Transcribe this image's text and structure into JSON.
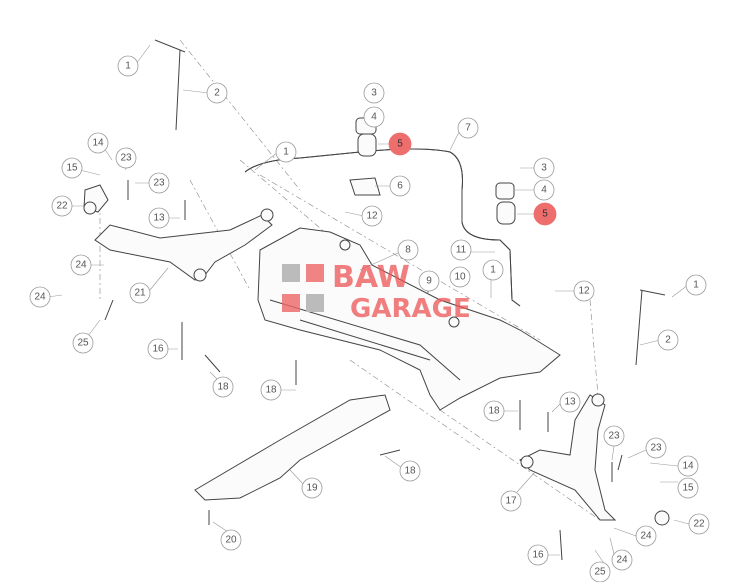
{
  "diagram": {
    "logo_text": [
      "BAW",
      "GARAGE"
    ],
    "colors": {
      "highlight": "#ee6d6d",
      "logo": "#e55555",
      "line": "#444444"
    },
    "callouts": [
      "1",
      "2",
      "3",
      "4",
      "5",
      "7",
      "1",
      "6",
      "3",
      "4",
      "5",
      "14",
      "23",
      "15",
      "23",
      "22",
      "13",
      "12",
      "8",
      "11",
      "1",
      "10",
      "9",
      "12",
      "1",
      "2",
      "24",
      "24",
      "21",
      "25",
      "16",
      "18",
      "18",
      "18",
      "13",
      "18",
      "19",
      "20",
      "17",
      "23",
      "23",
      "14",
      "15",
      "22",
      "24",
      "24",
      "16",
      "25"
    ]
  }
}
